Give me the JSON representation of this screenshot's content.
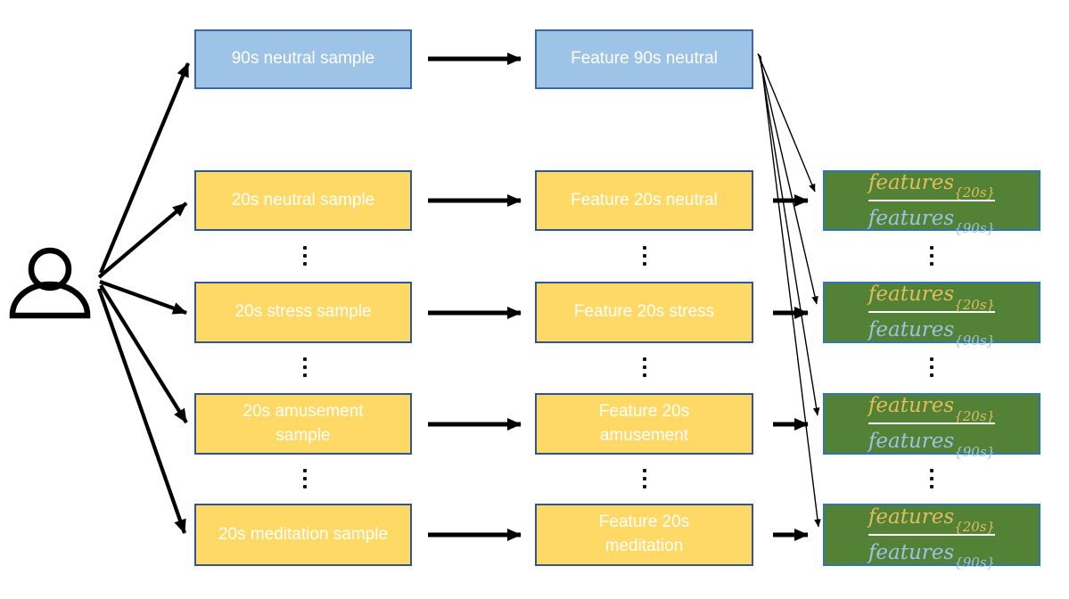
{
  "diagram": {
    "description": "Feature extraction flow from subject samples to 20s/90s feature ratios",
    "background": "#ffffff"
  },
  "icons": {
    "person": "person-outline"
  },
  "colors": {
    "sample_blue_fill": "#9dc3e6",
    "sample_yellow_fill": "#ffd966",
    "ratio_green_fill": "#538135",
    "box_border_dark_blue": "#2f5597",
    "ratio_border_blue": "#2e75b6",
    "label_text": "#ffffff",
    "ratio_numerator_text": "#e2bd5a",
    "ratio_denominator_text": "#9dc3e6",
    "arrow_color": "#000000"
  },
  "rows": [
    {
      "id": "90s-neutral",
      "variant": "blue",
      "sample_line1": "90s neutral sample",
      "feature_line1": "Feature 90s neutral"
    },
    {
      "id": "20s-neutral",
      "variant": "yellow",
      "sample_line1": "20s neutral sample",
      "feature_line1": "Feature 20s neutral"
    },
    {
      "id": "20s-stress",
      "variant": "yellow",
      "sample_line1": "20s stress sample",
      "feature_line1": "Feature 20s stress"
    },
    {
      "id": "20s-amusement",
      "variant": "yellow",
      "sample_line1": "20s amusement",
      "sample_line2": "sample",
      "feature_line1": "Feature 20s",
      "feature_line2": "amusement"
    },
    {
      "id": "20s-meditation",
      "variant": "yellow",
      "sample_line1": "20s meditation sample",
      "feature_line1": "Feature 20s",
      "feature_line2": "meditation"
    }
  ],
  "ratio_box": {
    "numerator": "features",
    "numerator_sub": "{20s}",
    "denominator": "features",
    "denominator_sub": "{90s}"
  },
  "ellipsis_glyph": "vertical-dots"
}
